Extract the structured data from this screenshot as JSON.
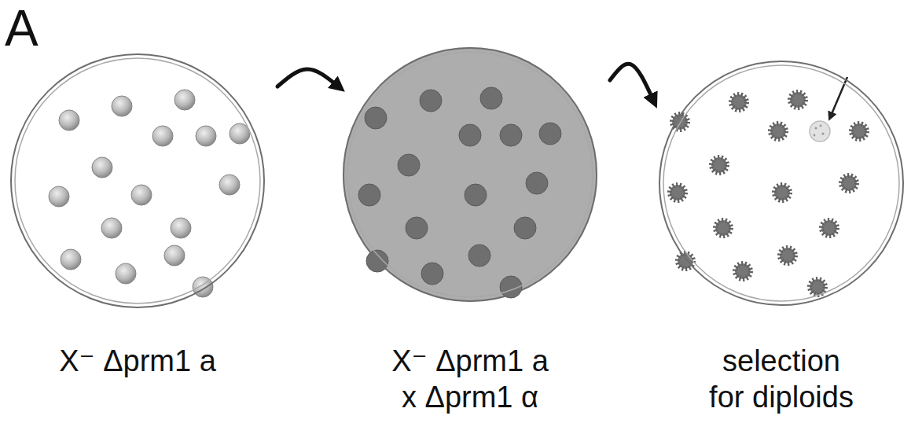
{
  "diagram": {
    "nodes": [
      {
        "text": [
          "X⁻ Δprm1 a"
        ]
      },
      {
        "text": [
          "X⁻ Δprm1 a x Δprm1 α"
        ]
      },
      {
        "text": [
          "selection for diploids"
        ]
      }
    ],
    "edges": [
      {
        "from": 0,
        "to": 1,
        "arrow": "to"
      },
      {
        "from": 1,
        "to": 2,
        "arrow": "to"
      }
    ],
    "labels": [
      "A"
    ]
  }
}
